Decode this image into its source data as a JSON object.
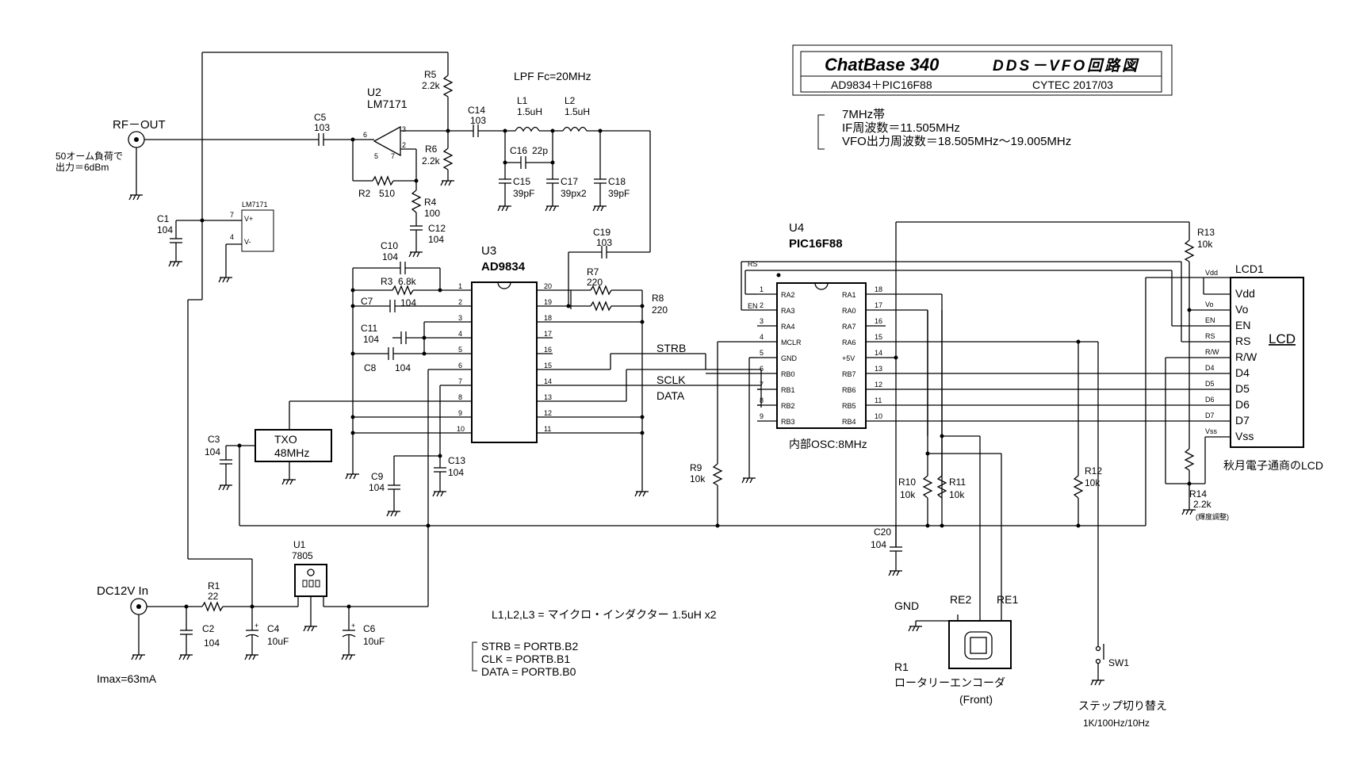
{
  "title_block": {
    "name": "ChatBase 340",
    "subtitle": "DDS－VFO回路図",
    "chips_line": "AD9834＋PIC16F88",
    "author": "CYTEC  2017/03"
  },
  "freq_notes": [
    "7MHz帯",
    "IF周波数＝11.505MHz",
    "VFO出力周波数＝18.505MHz～19.005MHz"
  ],
  "rf_out": {
    "label": "RF－OUT",
    "note1": "50オーム負荷で",
    "note2": "出力＝6dBm"
  },
  "dc_in": {
    "label": "DC12V  In",
    "imax": "Imax=63mA"
  },
  "lpf_label": "LPF Fc=20MHz",
  "u2": {
    "ref": "U2",
    "part": "LM7171"
  },
  "u2_supply": {
    "part": "LM7171",
    "vplus": "V+",
    "vminus": "V-",
    "pin7": "7",
    "pin4": "4"
  },
  "u3": {
    "ref": "U3",
    "part": "AD9834",
    "left_pins": [
      "1",
      "2",
      "3",
      "4",
      "5",
      "6",
      "7",
      "8",
      "9",
      "10"
    ],
    "right_pins": [
      "20",
      "19",
      "18",
      "17",
      "16",
      "15",
      "14",
      "13",
      "12",
      "11"
    ]
  },
  "u4": {
    "ref": "U4",
    "part": "PIC16F88",
    "osc": "内部OSC:8MHz",
    "left_pins": [
      {
        "num": "1",
        "name": "RA2"
      },
      {
        "num": "2",
        "name": "RA3"
      },
      {
        "num": "3",
        "name": "RA4"
      },
      {
        "num": "4",
        "name": "MCLR"
      },
      {
        "num": "5",
        "name": "GND"
      },
      {
        "num": "6",
        "name": "RB0"
      },
      {
        "num": "7",
        "name": "RB1"
      },
      {
        "num": "8",
        "name": "RB2"
      },
      {
        "num": "9",
        "name": "RB3"
      }
    ],
    "right_pins": [
      {
        "num": "18",
        "name": "RA1"
      },
      {
        "num": "17",
        "name": "RA0"
      },
      {
        "num": "16",
        "name": "RA7"
      },
      {
        "num": "15",
        "name": "RA6"
      },
      {
        "num": "14",
        "name": "+5V"
      },
      {
        "num": "13",
        "name": "RB7"
      },
      {
        "num": "12",
        "name": "RB6"
      },
      {
        "num": "11",
        "name": "RB5"
      },
      {
        "num": "10",
        "name": "RB4"
      }
    ],
    "rs_label": "RS",
    "en_label": "EN"
  },
  "u1": {
    "ref": "U1",
    "part": "7805"
  },
  "txo": {
    "name": "TXO",
    "freq": "48MHz"
  },
  "lcd": {
    "ref": "LCD1",
    "title": "LCD",
    "maker": "秋月電子通商のLCD",
    "pins": [
      "Vdd",
      "Vo",
      "EN",
      "RS",
      "R/W",
      "D4",
      "D5",
      "D6",
      "D7",
      "Vss"
    ],
    "wire_labels": [
      "Vdd",
      "Vo",
      "EN",
      "RS",
      "R/W",
      "D4",
      "D5",
      "D6",
      "D7",
      "Vss"
    ]
  },
  "signals": {
    "strb": "STRB",
    "sclk": "SCLK",
    "data": "DATA"
  },
  "components": {
    "r1": {
      "ref": "R1",
      "val": "22"
    },
    "r2": {
      "ref": "R2",
      "val": "510"
    },
    "r3": {
      "ref": "R3",
      "val": "6.8k"
    },
    "r4": {
      "ref": "R4",
      "val": "100"
    },
    "r5": {
      "ref": "R5",
      "val": "2.2k"
    },
    "r6": {
      "ref": "R6",
      "val": "2.2k"
    },
    "r7": {
      "ref": "R7",
      "val": "220"
    },
    "r8": {
      "ref": "R8",
      "val": "220"
    },
    "r9": {
      "ref": "R9",
      "val": "10k"
    },
    "r10": {
      "ref": "R10",
      "val": "10k"
    },
    "r11": {
      "ref": "R11",
      "val": "10k"
    },
    "r12": {
      "ref": "R12",
      "val": "10k"
    },
    "r13": {
      "ref": "R13",
      "val": "10k"
    },
    "r14": {
      "ref": "R14",
      "val": "2.2k",
      "note": "(輝度調整)"
    },
    "c1": {
      "ref": "C1",
      "val": "104"
    },
    "c2": {
      "ref": "C2",
      "val": "104"
    },
    "c3": {
      "ref": "C3",
      "val": "104"
    },
    "c4": {
      "ref": "C4",
      "val": "10uF"
    },
    "c5": {
      "ref": "C5",
      "val": "103"
    },
    "c6": {
      "ref": "C6",
      "val": "10uF"
    },
    "c7": {
      "ref": "C7",
      "val": "104"
    },
    "c8": {
      "ref": "C8",
      "val": "104"
    },
    "c9": {
      "ref": "C9",
      "val": "104"
    },
    "c10": {
      "ref": "C10",
      "val": "104"
    },
    "c11": {
      "ref": "C11",
      "val": "104"
    },
    "c12": {
      "ref": "C12",
      "val": "104"
    },
    "c13": {
      "ref": "C13",
      "val": "104"
    },
    "c14": {
      "ref": "C14",
      "val": "103"
    },
    "c15": {
      "ref": "C15",
      "val": "39pF"
    },
    "c16": {
      "ref": "C16",
      "val": "22p"
    },
    "c17": {
      "ref": "C17",
      "val": "39px2"
    },
    "c18": {
      "ref": "C18",
      "val": "39pF"
    },
    "c19": {
      "ref": "C19",
      "val": "103"
    },
    "c20": {
      "ref": "C20",
      "val": "104"
    },
    "l1": {
      "ref": "L1",
      "val": "1.5uH"
    },
    "l2": {
      "ref": "L2",
      "val": "1.5uH"
    }
  },
  "encoder": {
    "ref": "R1",
    "name": "ロータリーエンコーダ",
    "front": "(Front)",
    "gnd": "GND",
    "re1": "RE1",
    "re2": "RE2"
  },
  "switch": {
    "ref": "SW1",
    "name": "ステップ切り替え",
    "steps": "1K/100Hz/10Hz"
  },
  "notes": {
    "inductor": "L1,L2,L3  =  マイクロ・インダクター  1.5uH x2",
    "ports": [
      "STRB = PORTB.B2",
      "CLK   = PORTB.B1",
      "DATA = PORTB.B0"
    ]
  }
}
